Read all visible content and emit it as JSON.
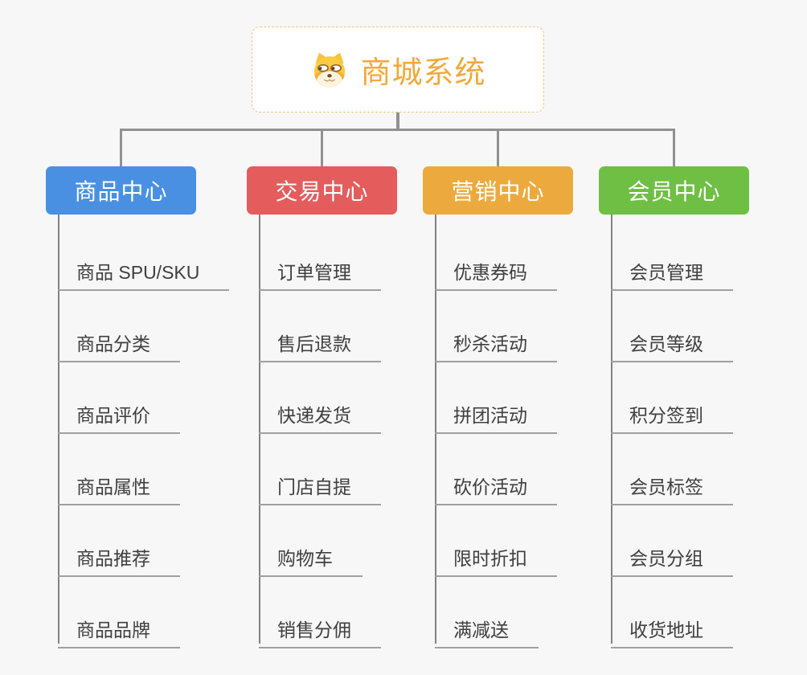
{
  "root": {
    "title": "商城系统",
    "icon": "dog-face-icon",
    "title_color": "#f0a93e",
    "border_color": "#f0c27e"
  },
  "branches": [
    {
      "label": "商品中心",
      "color": "#4a90e2",
      "children": [
        "商品 SPU/SKU",
        "商品分类",
        "商品评价",
        "商品属性",
        "商品推荐",
        "商品品牌"
      ]
    },
    {
      "label": "交易中心",
      "color": "#e45c5c",
      "children": [
        "订单管理",
        "售后退款",
        "快递发货",
        "门店自提",
        "购物车",
        "销售分佣"
      ]
    },
    {
      "label": "营销中心",
      "color": "#ecaa3e",
      "children": [
        "优惠券码",
        "秒杀活动",
        "拼团活动",
        "砍价活动",
        "限时折扣",
        "满减送"
      ]
    },
    {
      "label": "会员中心",
      "color": "#6fbf44",
      "children": [
        "会员管理",
        "会员等级",
        "积分签到",
        "会员标签",
        "会员分组",
        "收货地址"
      ]
    }
  ]
}
